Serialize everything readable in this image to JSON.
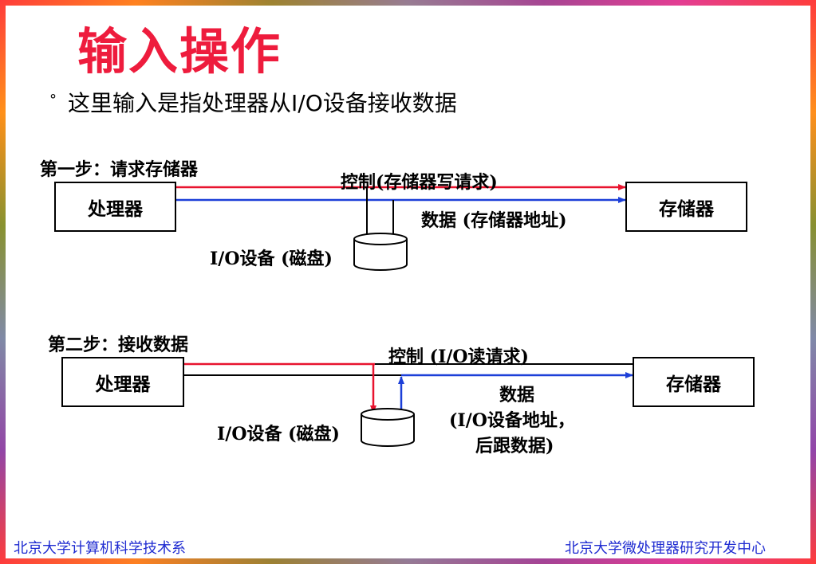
{
  "slide": {
    "title": "输入操作",
    "bullet": {
      "marker": "°",
      "text": "这里输入是指处理器从I/O设备接收数据"
    }
  },
  "step1": {
    "heading": "第一步：请求存储器",
    "processor_label": "处理器",
    "memory_label": "存储器",
    "control_label": "控制(存储器写请求)",
    "data_label": "数据 (存储器地址)",
    "io_label": "I/O设备 (磁盘)"
  },
  "step2": {
    "heading": "第二步：接收数据",
    "processor_label": "处理器",
    "memory_label": "存储器",
    "control_label": "控制 (I/O读请求)",
    "data_label_line1": "数据",
    "data_label_line2": "(I/O设备地址，",
    "data_label_line3": "后跟数据)",
    "io_label": "I/O设备 (磁盘)"
  },
  "footer": {
    "left": "北京大学计算机科学技术系",
    "right": "北京大学微处理器研究开发中心"
  },
  "colors": {
    "title": "#ee1c3d",
    "control_line": "#e8132e",
    "data_line": "#1c3fd8",
    "footer": "#1f2bd1"
  }
}
